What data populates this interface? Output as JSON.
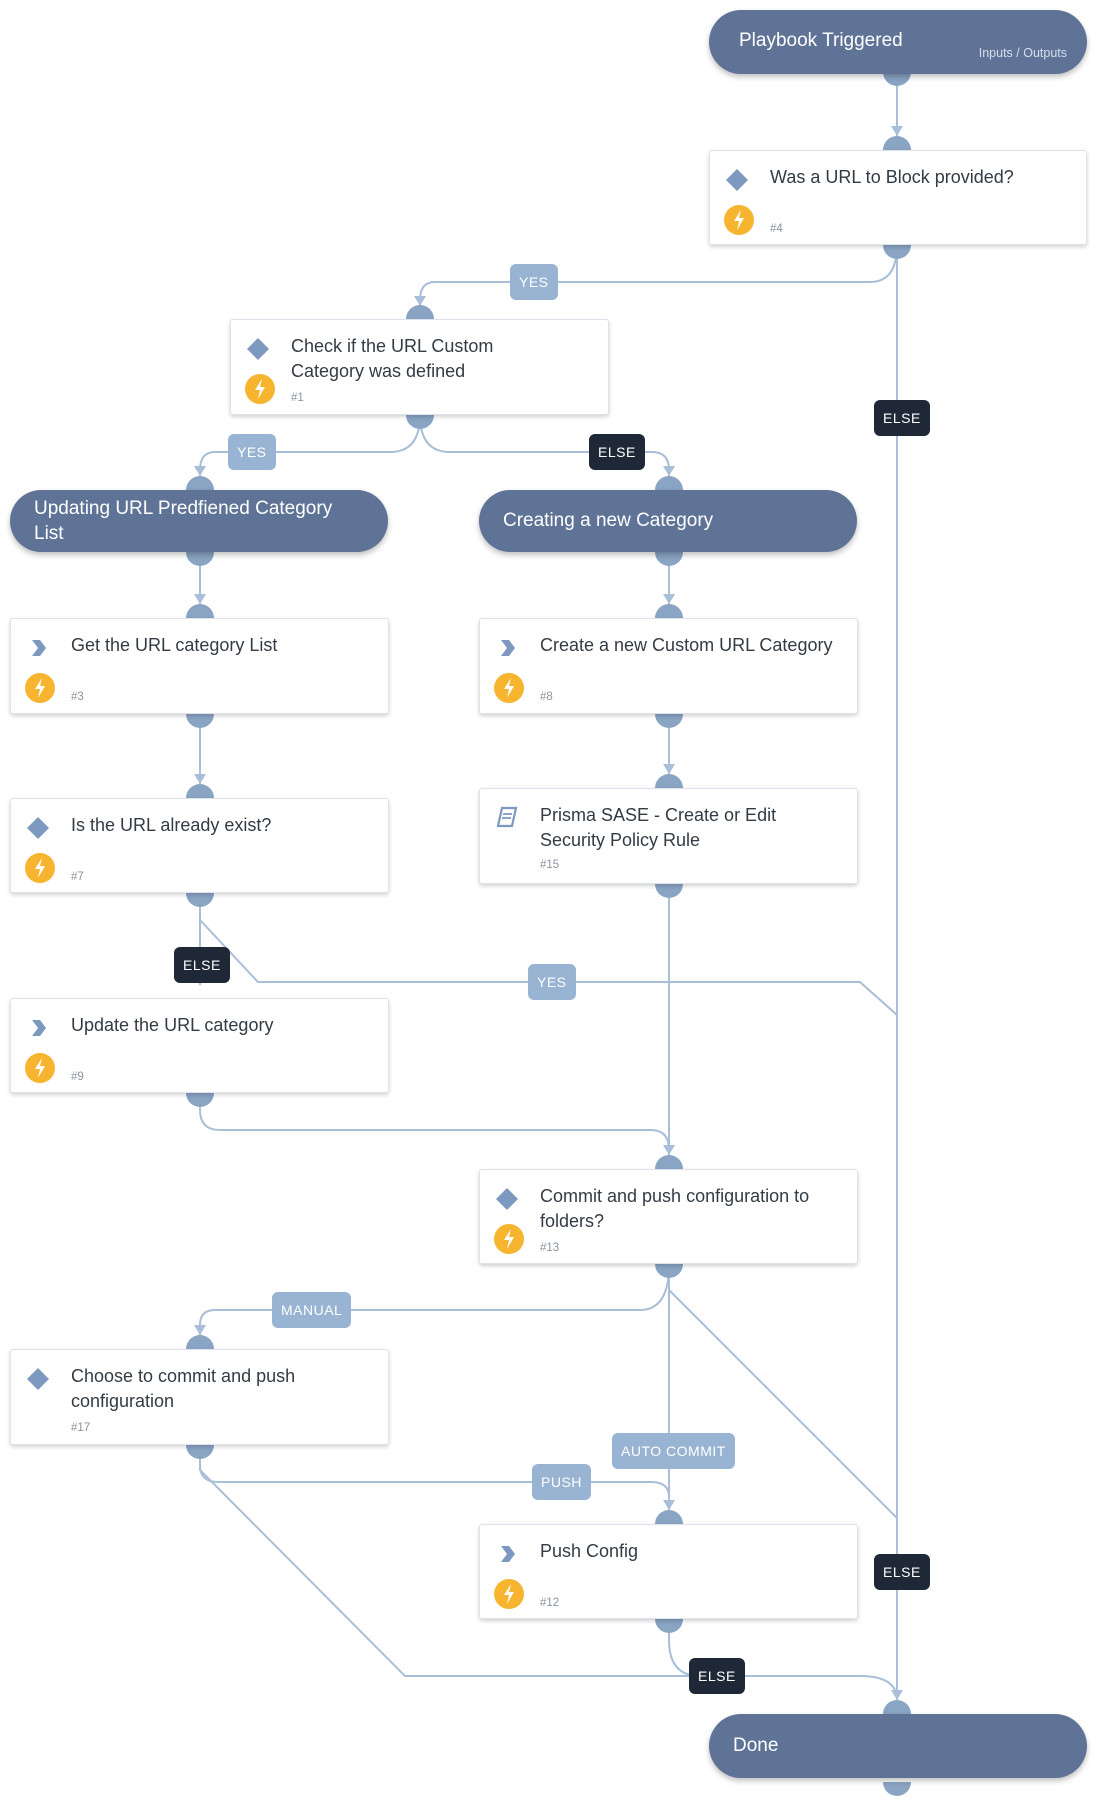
{
  "start": {
    "title": "Playbook Triggered",
    "io_label": "Inputs / Outputs"
  },
  "end": {
    "title": "Done"
  },
  "sections": {
    "updating": "Updating URL Predfiened Category List",
    "creating": "Creating a new Category"
  },
  "tasks": {
    "t4": {
      "title": "Was a URL to Block provided?",
      "num": "#4"
    },
    "t1": {
      "title": "Check if the URL Custom Category was defined",
      "num": "#1"
    },
    "t3": {
      "title": "Get the URL category List",
      "num": "#3"
    },
    "t8": {
      "title": "Create a new Custom URL Category",
      "num": "#8"
    },
    "t7": {
      "title": "Is the URL already exist?",
      "num": "#7"
    },
    "t15": {
      "title": "Prisma SASE - Create or Edit Security Policy Rule",
      "num": "#15"
    },
    "t9": {
      "title": "Update the URL category",
      "num": "#9"
    },
    "t13": {
      "title": "Commit and push configuration to folders?",
      "num": "#13"
    },
    "t17": {
      "title": "Choose to commit and push configuration",
      "num": "#17"
    },
    "t12": {
      "title": "Push Config",
      "num": "#12"
    }
  },
  "labels": {
    "yes_4": "YES",
    "else_4": "ELSE",
    "yes_1": "YES",
    "else_1": "ELSE",
    "else_7": "ELSE",
    "yes_7": "YES",
    "manual_13": "MANUAL",
    "auto_13": "AUTO COMMIT",
    "push_17": "PUSH",
    "else_13": "ELSE",
    "else_17": "ELSE"
  },
  "icons": {
    "condition": "diamond-icon",
    "automation": "chevron-right-icon",
    "sub_playbook": "book-icon",
    "automated": "lightning-bolt-icon"
  },
  "colors": {
    "node_fill": "#5f7396",
    "connector": "#9fb6d3",
    "label_light": "#99b3d2",
    "label_dark": "#1e2837",
    "bolt": "#f7b52f"
  }
}
